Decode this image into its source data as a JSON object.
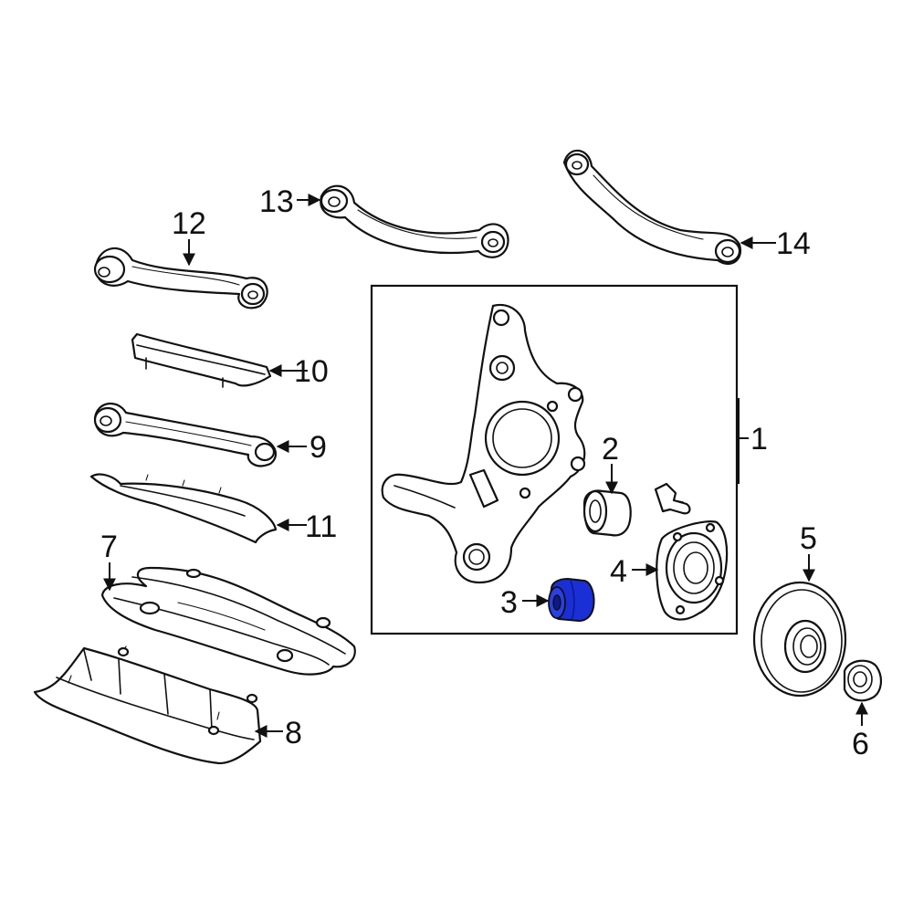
{
  "callouts": {
    "c1": "1",
    "c2": "2",
    "c3": "3",
    "c4": "4",
    "c5": "5",
    "c6": "6",
    "c7": "7",
    "c8": "8",
    "c9": "9",
    "c10": "10",
    "c11": "11",
    "c12": "12",
    "c13": "13",
    "c14": "14"
  },
  "colors": {
    "line": "#111111",
    "highlight_part": "#1a2fd6",
    "highlight_dark": "#0c1a8a",
    "background": "#ffffff"
  },
  "highlighted_part": "3"
}
